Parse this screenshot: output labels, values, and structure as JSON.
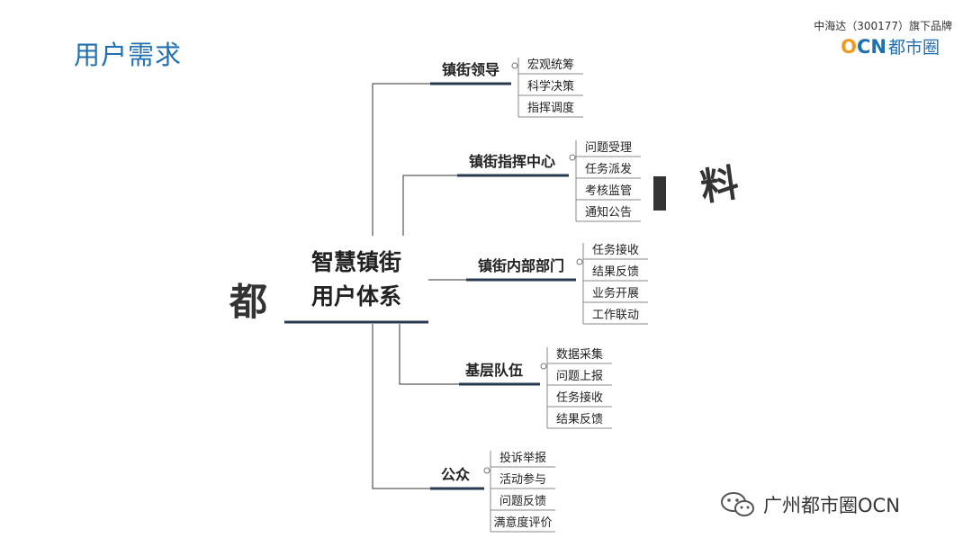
{
  "slide": {
    "title": "用户需求"
  },
  "brand": {
    "tagline": "中海达（300177）旗下品牌",
    "logo_o": "O",
    "logo_cn": "CN",
    "logo_name": "都市圈"
  },
  "watermarks": {
    "left": "都",
    "right": "料"
  },
  "footer": {
    "account": "广州都市圈OCN"
  },
  "mindmap": {
    "root": {
      "line1": "智慧镇街",
      "line2": "用户体系"
    },
    "branches": [
      {
        "label": "镇街领导",
        "items": [
          "宏观统筹",
          "科学决策",
          "指挥调度"
        ]
      },
      {
        "label": "镇街指挥中心",
        "items": [
          "问题受理",
          "任务派发",
          "考核监管",
          "通知公告"
        ]
      },
      {
        "label": "镇街内部部门",
        "items": [
          "任务接收",
          "结果反馈",
          "业务开展",
          "工作联动"
        ]
      },
      {
        "label": "基层队伍",
        "items": [
          "数据采集",
          "问题上报",
          "任务接收",
          "结果反馈"
        ]
      },
      {
        "label": "公众",
        "items": [
          "投诉举报",
          "活动参与",
          "问题反馈",
          "满意度评价"
        ]
      }
    ]
  },
  "colors": {
    "title": "#1f6fb2",
    "line": "#333333",
    "underline": "#2a3a52",
    "logo_orange": "#f29a1f",
    "logo_blue": "#1f6fb2"
  }
}
